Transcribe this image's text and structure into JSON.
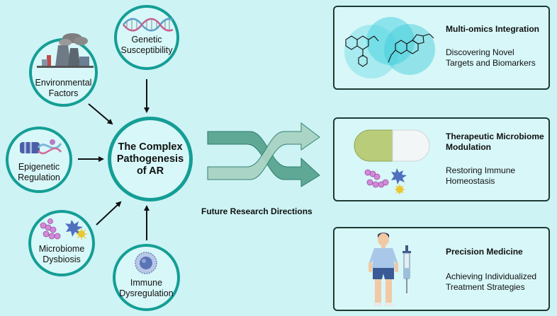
{
  "center": {
    "line1": "The Complex",
    "line2": "Pathogenesis",
    "line3": "of AR"
  },
  "factors": {
    "genetic": {
      "line1": "Genetic",
      "line2": "Susceptibility"
    },
    "environmental": {
      "line1": "Environmental",
      "line2": "Factors"
    },
    "epigenetic": {
      "line1": "Epigenetic",
      "line2": "Regulation"
    },
    "microbiome": {
      "line1": "Microbiome",
      "line2": "Dysbiosis"
    },
    "immune": {
      "line1": "Immune",
      "line2": "Dysregulation"
    }
  },
  "future_label": "Future Research Directions",
  "directions": [
    {
      "title": "Multi-omics Integration",
      "sub1": "Discovering Novel",
      "sub2": "Targets and Biomarkers"
    },
    {
      "title1": "Therapeutic Microbiome",
      "title2": "Modulation",
      "sub1": "Restoring Immune",
      "sub2": "Homeostasis"
    },
    {
      "title": "Precision Medicine",
      "sub1": "Achieving Individualized",
      "sub2": "Treatment Strategies"
    }
  ],
  "colors": {
    "teal": "#149e95",
    "background": "#cdf3f5",
    "card_border": "#1d3b33"
  }
}
